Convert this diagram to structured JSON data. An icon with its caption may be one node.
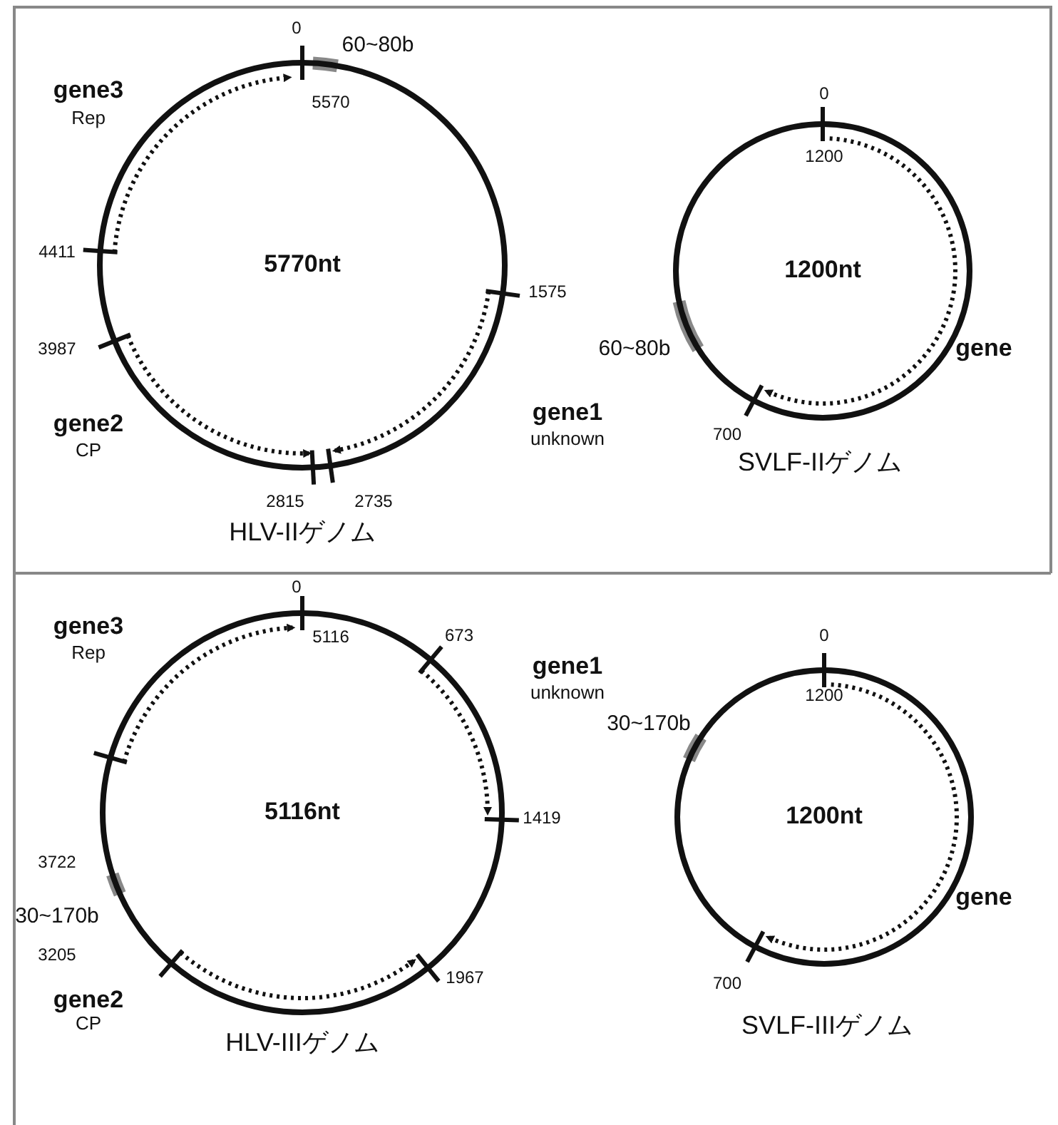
{
  "diagram": {
    "nodes": [
      {
        "text": [
          "5770nt"
        ],
        "beside": [
          "HLV-IIゲノム"
        ]
      },
      {
        "text": [
          "1200nt"
        ],
        "beside": [
          "SVLF-IIゲノム"
        ]
      },
      {
        "text": [
          "5116nt"
        ],
        "beside": [
          "HLV-IIIゲノム"
        ]
      },
      {
        "text": [
          "1200nt"
        ],
        "beside": [
          "SVLF-IIIゲノム"
        ]
      }
    ],
    "labels": [
      "0",
      "60~80b",
      "gene3",
      "Rep",
      "5570",
      "0",
      "1200",
      "4411",
      "1575",
      "3987",
      "60~80b",
      "gene",
      "gene2",
      "CP",
      "gene1",
      "unknown",
      "700",
      "2815",
      "2735",
      "0",
      "0",
      "gene3",
      "Rep",
      "5116",
      "673",
      "1200",
      "gene1",
      "unknown",
      "30~170b",
      "1419",
      "3722",
      "gene",
      "30~170b",
      "3205",
      "1967",
      "700",
      "gene2",
      "CP"
    ]
  }
}
